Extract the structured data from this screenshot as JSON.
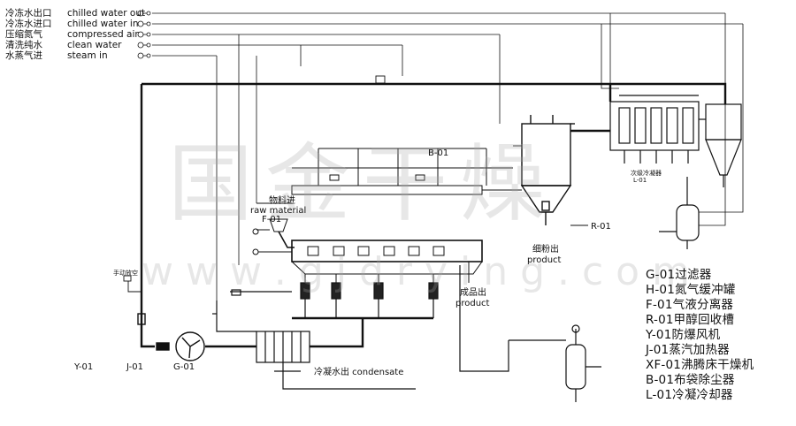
{
  "utility_lines": [
    {
      "zh": "冷冻水出口",
      "en": "chilled water out"
    },
    {
      "zh": "冷冻水进口",
      "en": "chilled water in"
    },
    {
      "zh": "压缩氮气",
      "en": "compressed air"
    },
    {
      "zh": "清洗纯水",
      "en": "clean water"
    },
    {
      "zh": "水蒸气进",
      "en": "steam in"
    }
  ],
  "labels": {
    "b01": "B-01",
    "raw_zh": "物料进",
    "raw_en": "raw material",
    "f01": "F-01",
    "fine_zh": "细粉出",
    "fine_en": "product",
    "product_zh": "成品出",
    "product_en": "product",
    "r01": "R-01",
    "manual": "手动放空",
    "condensate": "冷凝水出 condensate",
    "y01": "Y-01",
    "j01": "J-01",
    "g01": "G-01",
    "hx_tag": "次级冷凝器",
    "hx_sub": "L-01"
  },
  "equipment_list": [
    "G-01过滤器",
    "H-01氮气缓冲罐",
    "F-01气液分离器",
    "R-01甲醇回收槽",
    "Y-01防爆风机",
    "J-01蒸汽加热器",
    "XF-01沸腾床干燥机",
    "B-01布袋除尘器",
    "L-01冷凝冷却器"
  ],
  "watermark": {
    "text": "国金干燥",
    "url": "w w w . g j d r y i n g . c o m"
  }
}
